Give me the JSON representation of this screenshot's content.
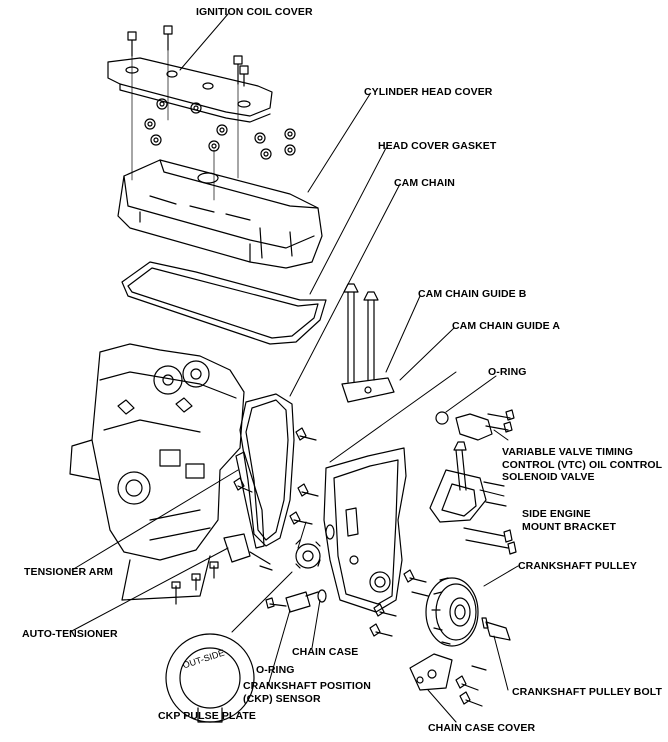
{
  "labels": {
    "ignition_coil_cover": "IGNITION COIL COVER",
    "cylinder_head_cover": "CYLINDER HEAD COVER",
    "head_cover_gasket": "HEAD COVER GASKET",
    "cam_chain": "CAM CHAIN",
    "cam_chain_guide_b": "CAM CHAIN GUIDE B",
    "cam_chain_guide_a": "CAM CHAIN GUIDE A",
    "o_ring_top": "O-RING",
    "vtc_line1": "VARIABLE VALVE TIMING",
    "vtc_line2": "CONTROL (VTC) OIL CONTROL",
    "vtc_line3": "SOLENOID VALVE",
    "side_mount_line1": "SIDE ENGINE",
    "side_mount_line2": "MOUNT BRACKET",
    "crankshaft_pulley": "CRANKSHAFT PULLEY",
    "tensioner_arm": "TENSIONER ARM",
    "auto_tensioner": "AUTO-TENSIONER",
    "chain_case": "CHAIN CASE",
    "o_ring_bottom": "O-RING",
    "ckp_line1": "CRANKSHAFT POSITION",
    "ckp_line2": "(CKP) SENSOR",
    "crankshaft_pulley_bolt": "CRANKSHAFT PULLEY BOLT",
    "ckp_pulse_plate": "CKP PULSE PLATE",
    "chain_case_cover": "CHAIN CASE COVER",
    "out_side_marking": "OUT-SIDE"
  }
}
